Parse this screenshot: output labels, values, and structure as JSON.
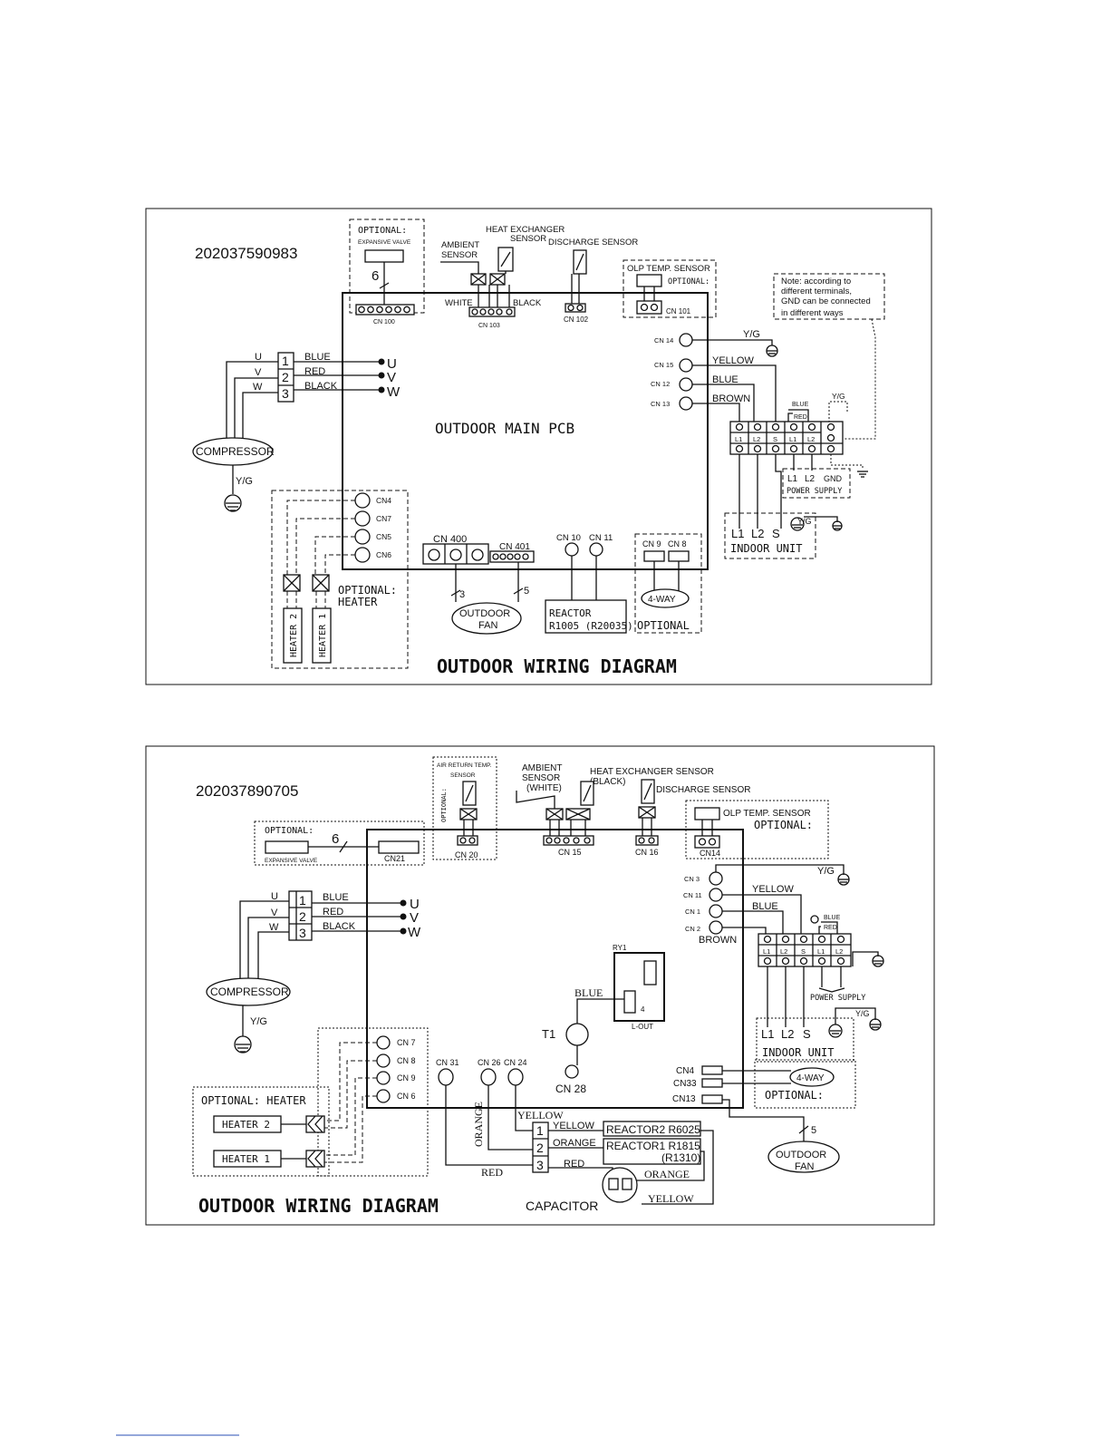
{
  "diagram1": {
    "code": "202037590983",
    "title": "OUTDOOR WIRING DIAGRAM",
    "pcb_label": "OUTDOOR MAIN PCB",
    "optional_label": "OPTIONAL:",
    "expansive_valve": "EXPANSIVE VALVE",
    "wire_count_6": "6",
    "cn100": "CN 100",
    "ambient_sensor": [
      "AMBIENT",
      "SENSOR"
    ],
    "heat_exchanger_sensor": [
      "HEAT EXCHANGER",
      "SENSOR"
    ],
    "discharge_sensor": "DISCHARGE SENSOR",
    "white": "WHITE",
    "black": "BLACK",
    "cn103": "CN 103",
    "cn102": "CN 102",
    "olp_temp_sensor": "OLP TEMP. SENSOR",
    "olp_optional": "OPTIONAL:",
    "cn101": "CN 101",
    "note": [
      "Note: according  to",
      "different  terminals,",
      "GND can be connected",
      "in different ways"
    ],
    "compressor": "COMPRESSOR",
    "yg": "Y/G",
    "phases": [
      "U",
      "V",
      "W"
    ],
    "terminals": [
      "1",
      "2",
      "3"
    ],
    "phase_wires": [
      "BLUE",
      "RED",
      "BLACK"
    ],
    "cn14": "CN 14",
    "cn15": "CN 15",
    "cn12": "CN 12",
    "cn13": "CN 13",
    "yellow": "YELLOW",
    "blue": "BLUE",
    "brown": "BROWN",
    "blue_small": "BLUE",
    "red_small": "RED",
    "block_labels": [
      "L1",
      "L2",
      "S",
      "L1",
      "L2"
    ],
    "power_labels": [
      "L1",
      "L2",
      "GND"
    ],
    "power_supply": "POWER  SUPPLY",
    "indoor_labels": [
      "L1",
      "L2",
      "S"
    ],
    "indoor_unit": "INDOOR UNIT",
    "heater_cns": [
      "CN4",
      "CN7",
      "CN5",
      "CN6"
    ],
    "optional_heater": [
      "OPTIONAL:",
      "HEATER"
    ],
    "heater2": "HEATER 2",
    "heater1": "HEATER 1",
    "cn400": "CN 400",
    "cn401": "CN 401",
    "wire3": "3",
    "wire5": "5",
    "outdoor_fan": [
      "OUTDOOR",
      "FAN"
    ],
    "cn10": "CN 10",
    "cn11": "CN 11",
    "reactor": [
      "REACTOR",
      "R1005 (R20035)"
    ],
    "cn9": "CN 9",
    "cn8": "CN 8",
    "fourway": "4-WAY",
    "optional2": "OPTIONAL"
  },
  "diagram2": {
    "code": "202037890705",
    "title": "OUTDOOR WIRING DIAGRAM",
    "air_return": [
      "AIR RETURN TEMP.",
      "SENSOR"
    ],
    "optional_vertical": "OPTIONAL:",
    "cn20": "CN 20",
    "ambient_sensor": [
      "AMBIENT",
      "SENSOR",
      "(WHITE)"
    ],
    "heat_exchanger_sensor": [
      "HEAT EXCHANGER SENSOR",
      "(BLACK)"
    ],
    "discharge_sensor": "DISCHARGE SENSOR",
    "cn15": "CN 15",
    "cn16": "CN 16",
    "olp_temp_sensor": "OLP TEMP. SENSOR",
    "olp_optional": "OPTIONAL:",
    "cn14": "CN14",
    "optional_label": "OPTIONAL:",
    "expansive_valve": "EXPANSIVE VALVE",
    "wire_count_6": "6",
    "cn21": "CN21",
    "phases": [
      "U",
      "V",
      "W"
    ],
    "terminals": [
      "1",
      "2",
      "3"
    ],
    "phase_wires": [
      "BLUE",
      "RED",
      "BLACK"
    ],
    "compressor": "COMPRESSOR",
    "yg": "Y/G",
    "cn3": "CN 3",
    "cn11": "CN 11",
    "cn1": "CN 1",
    "cn2": "CN 2",
    "yellow": "YELLOW",
    "blue": "BLUE",
    "brown": "BROWN",
    "blue_small": "BLUE",
    "red_small": "RED",
    "block_labels": [
      "L1",
      "L2",
      "S",
      "L1",
      "L2"
    ],
    "power_supply": "POWER  SUPPLY",
    "indoor_labels": [
      "L1",
      "L2",
      "S"
    ],
    "indoor_unit": "INDOOR UNIT",
    "ry1": "RY1",
    "relay_pin": "4",
    "lout": "L-OUT",
    "t1": "T1",
    "cn28": "CN 28",
    "heater_cns": [
      "CN 7",
      "CN 8",
      "CN 9",
      "CN 6"
    ],
    "optional_heater": "OPTIONAL: HEATER",
    "heater2": "HEATER 2",
    "heater1": "HEATER 1",
    "cn31": "CN 31",
    "cn26": "CN 26",
    "cn24": "CN 24",
    "orange": "ORANGE",
    "red": "RED",
    "reactor2": "REACTOR2 R6025",
    "reactor1": [
      "REACTOR1 R1815",
      "(R1310)"
    ],
    "capacitor": "CAPACITOR",
    "cn4": "CN4",
    "cn33": "CN33",
    "cn13": "CN13",
    "fourway": "4-WAY",
    "optional2": "OPTIONAL:",
    "wire5": "5",
    "outdoor_fan": [
      "OUTDOOR",
      "FAN"
    ]
  }
}
